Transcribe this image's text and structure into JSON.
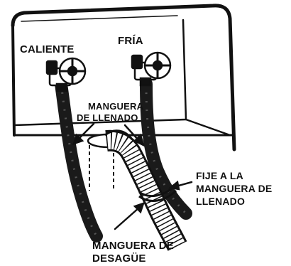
{
  "labels": {
    "hot": "CALIENTE",
    "cold": "FRÍA",
    "fill_hose_line1": "MANGUERA",
    "fill_hose_line2": "DE LLENADO",
    "attach_line1": "FIJE A LA",
    "attach_line2": "MANGUERA DE",
    "attach_line3": "LLENADO",
    "drain_line1": "MANGUERA DE",
    "drain_line2": "DESAGÜE"
  },
  "colors": {
    "ink": "#111111",
    "paper": "#ffffff",
    "hose": "#1a1a1a",
    "drain_hose_fill": "#ffffff"
  }
}
